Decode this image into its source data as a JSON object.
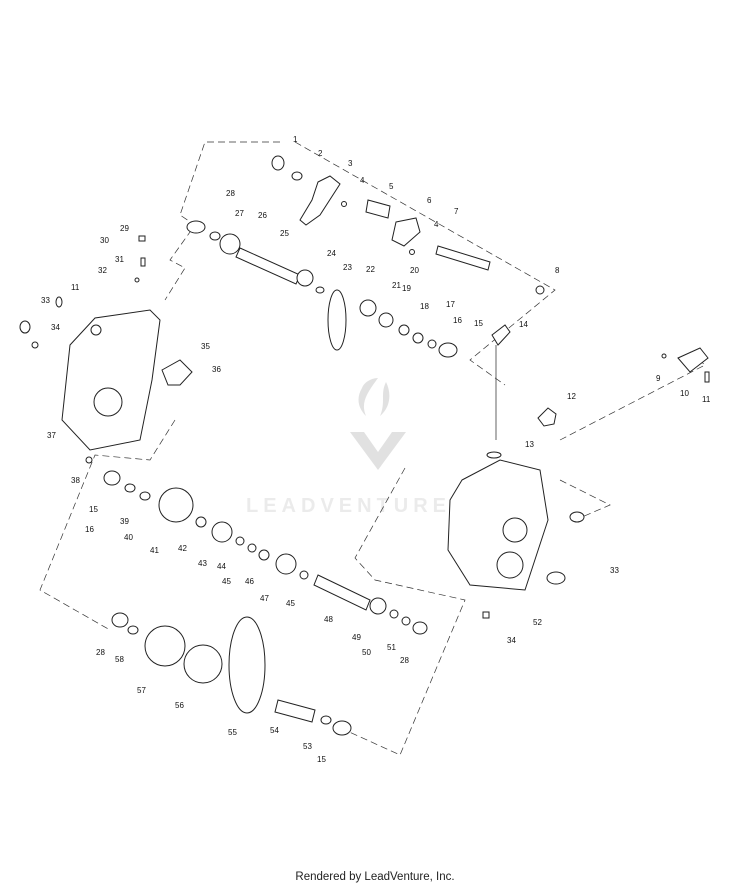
{
  "diagram": {
    "callouts": [
      "1",
      "2",
      "3",
      "4",
      "5",
      "6",
      "7",
      "4",
      "20",
      "8",
      "28",
      "27",
      "26",
      "25",
      "24",
      "23",
      "22",
      "21",
      "19",
      "18",
      "17",
      "16",
      "15",
      "14",
      "29",
      "30",
      "31",
      "32",
      "11",
      "33",
      "34",
      "35",
      "36",
      "37",
      "38",
      "9",
      "10",
      "11",
      "12",
      "13",
      "15",
      "16",
      "39",
      "40",
      "41",
      "42",
      "43",
      "44",
      "45",
      "46",
      "47",
      "45",
      "48",
      "49",
      "50",
      "51",
      "28",
      "33",
      "34",
      "52",
      "28",
      "58",
      "57",
      "56",
      "55",
      "54",
      "53",
      "15"
    ]
  },
  "watermark": {
    "text": "LEADVENTURE"
  },
  "footer": {
    "credit": "Rendered by LeadVenture, Inc."
  }
}
